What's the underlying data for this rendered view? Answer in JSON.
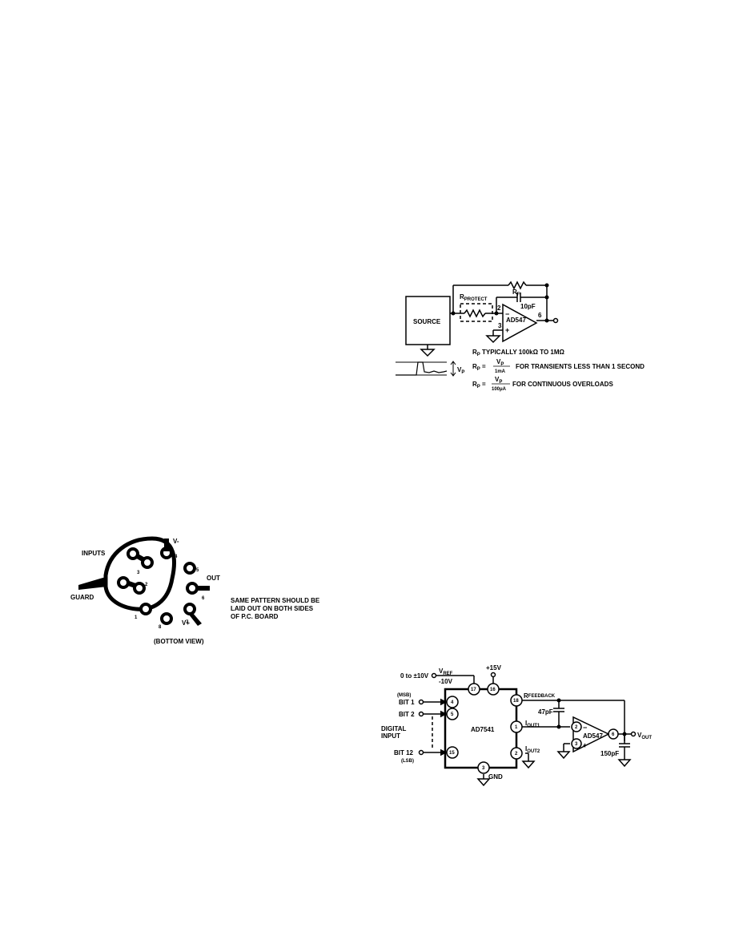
{
  "protection": {
    "source_label": "SOURCE",
    "rf_label": "R",
    "rf_sub": "F",
    "rprotect_label": "R",
    "rprotect_sub": "PROTECT",
    "cap_label": "10pF",
    "opamp_label": "AD547",
    "pin_inv": "2",
    "pin_noninv": "3",
    "pin_out": "6",
    "minus": "−",
    "plus": "+",
    "vp_label": "V",
    "vp_sub": "P",
    "note_typ": "R",
    "note_typ_sub": "P",
    "note_typ_rest": " TYPICALLY 100kΩ TO 1MΩ",
    "eq1_lhs": "R",
    "eq1_lhs_sub": "P",
    "eq1_eq": " =",
    "eq1_num": "V",
    "eq1_num_sub": "P",
    "eq1_den": "1mA",
    "eq1_text": "FOR TRANSIENTS LESS THAN 1 SECOND",
    "eq2_lhs": "R",
    "eq2_lhs_sub": "P",
    "eq2_eq": " =",
    "eq2_num": "V",
    "eq2_num_sub": "P",
    "eq2_den": "100μA",
    "eq2_text": "FOR CONTINUOUS OVERLOADS"
  },
  "layout": {
    "inputs_label": "INPUTS",
    "guard_label": "GUARD",
    "vminus_label": "V-",
    "vplus_label": "V+",
    "out_label": "OUT",
    "pins": [
      "1",
      "2",
      "3",
      "4",
      "5",
      "6",
      "7",
      "8"
    ],
    "note_line1": "SAME PATTERN SHOULD BE",
    "note_line2": "LAID OUT ON BOTH SIDES",
    "note_line3": "OF P.C. BOARD",
    "view_label": "(BOTTOM VIEW)"
  },
  "dac": {
    "vref_range": "0 to ±10V",
    "vref_label": "V",
    "vref_sub": "REF",
    "neg10_label": "-10V",
    "supply_label": "+15V",
    "msb_label": "(MSB)",
    "bit1_label": "BIT 1",
    "bit2_label": "BIT 2",
    "bit12_label": "BIT 12",
    "lsb_label": "(LSB)",
    "digital_label_1": "DIGITAL",
    "digital_label_2": "INPUT",
    "chip_label": "AD7541",
    "rfb_label": "R",
    "rfb_sub": "FEEDBACK",
    "iout1_label": "I",
    "iout1_sub": "OUT1",
    "iout2_label": "I",
    "iout2_sub": "OUT2",
    "gnd_label": "GND",
    "cap1_label": "47pF",
    "cap2_label": "150pF",
    "opamp_label": "AD547",
    "vout_label": "V",
    "vout_sub": "OUT",
    "pin_17": "17",
    "pin_16": "16",
    "pin_18": "18",
    "pin_4": "4",
    "pin_5": "5",
    "pin_15": "15",
    "pin_1": "1",
    "pin_2": "2",
    "pin_3": "3",
    "op_pin_2": "2",
    "op_pin_3": "3",
    "op_pin_6": "6",
    "minus": "−",
    "plus": "+"
  }
}
